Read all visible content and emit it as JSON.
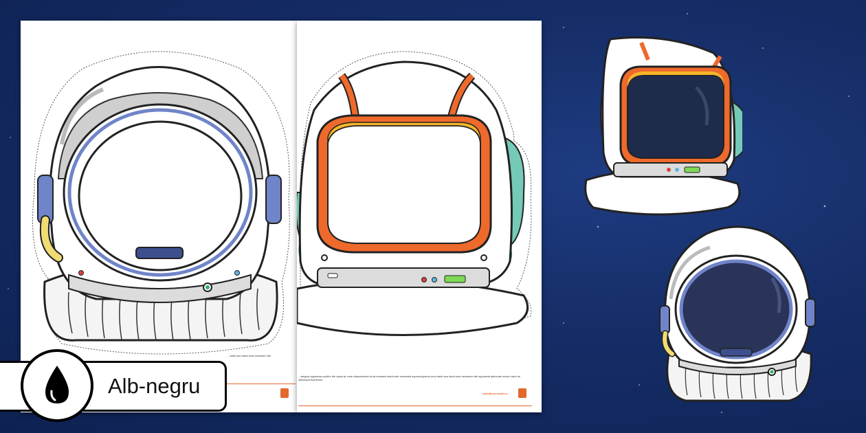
{
  "sheets": {
    "left_footer_text": "... adult sau dacă sunt necesare site",
    "right_footer_text": "...asigura siguranța copiilor din clasa ta, este răspunderea ta să evaluezi dacă este necesară supravegherea unui adult sau dacă sunt necesare site siguranță adecvate atunci când se utilizează foarfecele.",
    "brand": "răchitarea twinkl.ro"
  },
  "badge": {
    "label": "Alb-negru",
    "icon": "ink-drop-icon"
  },
  "colors": {
    "background": "#152d66",
    "visor_orange": "#ee6a2c",
    "visor_blue": "#6f84c9",
    "accent_teal": "#74c9b7",
    "accent_yellow": "#f0dc72"
  }
}
